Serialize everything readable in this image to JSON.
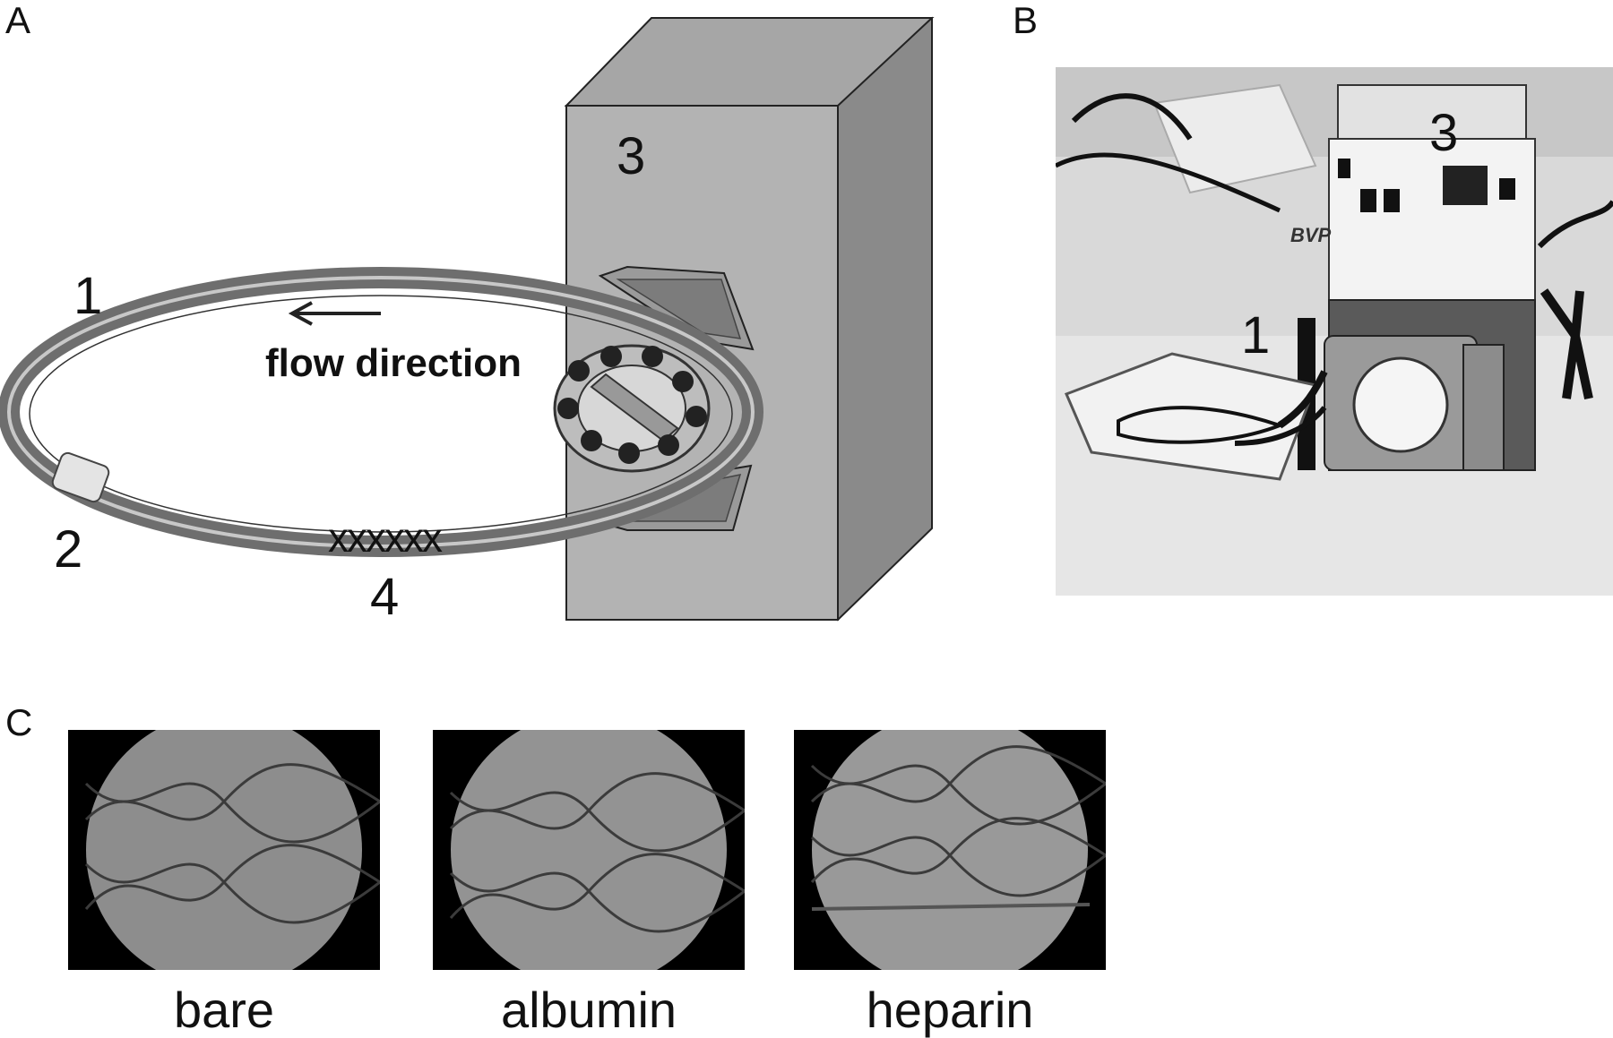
{
  "panels": {
    "a": {
      "letter": "A",
      "labels": {
        "n1": "1",
        "n2": "2",
        "n3": "3",
        "n4": "4",
        "marks": "xxxxxx",
        "flow": "flow direction"
      }
    },
    "b": {
      "letter": "B",
      "labels": {
        "n1": "1",
        "n3": "3",
        "device": "BVP"
      }
    },
    "c": {
      "letter": "C",
      "captions": [
        "bare",
        "albumin",
        "heparin"
      ]
    }
  },
  "colors": {
    "box_front": "#b3b3b3",
    "box_top": "#a6a6a6",
    "box_side": "#8a8a8a",
    "tube": "#6e6e6e",
    "photo_bg": "#d9d9d9",
    "lens_black": "#000000"
  }
}
